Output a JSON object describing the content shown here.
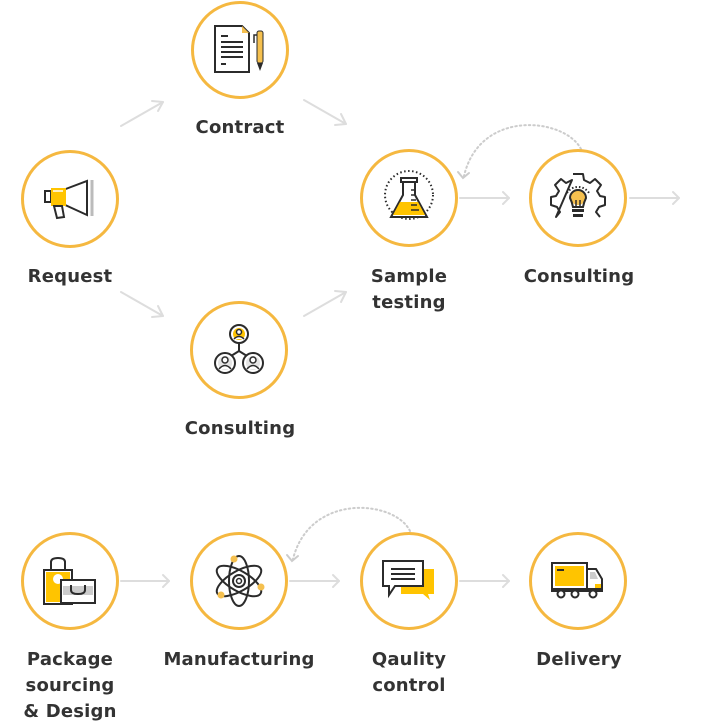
{
  "colors": {
    "ring": "#F5B840",
    "accent": "#FFC400",
    "ink": "#2B2B2B",
    "connector": "#DDDDDD",
    "text": "#333333"
  },
  "steps": [
    {
      "id": "request",
      "label": "Request",
      "icon": "megaphone-icon"
    },
    {
      "id": "contract",
      "label": "Contract",
      "icon": "contract-document-pen-icon"
    },
    {
      "id": "consulting-team",
      "label": "Consulting",
      "icon": "people-network-icon"
    },
    {
      "id": "sample-testing",
      "label": "Sample testing",
      "icon": "lab-flask-icon"
    },
    {
      "id": "consulting-idea",
      "label": "Consulting",
      "icon": "gear-lightbulb-icon"
    },
    {
      "id": "package",
      "label": "Package sourcing & Design",
      "icon": "shopping-bags-icon"
    },
    {
      "id": "manufacturing",
      "label": "Manufacturing",
      "icon": "atom-icon"
    },
    {
      "id": "quality-control",
      "label": "Qaulity control",
      "icon": "chat-bubbles-icon"
    },
    {
      "id": "delivery",
      "label": "Delivery",
      "icon": "delivery-truck-icon"
    }
  ],
  "labels": {
    "request": [
      "Request"
    ],
    "contract": [
      "Contract"
    ],
    "consulting_team": [
      "Consulting"
    ],
    "sample_testing": [
      "Sample",
      "testing"
    ],
    "consulting_idea": [
      "Consulting"
    ],
    "package": [
      "Package",
      "sourcing",
      "& Design"
    ],
    "manufacturing": [
      "Manufacturing"
    ],
    "quality_control": [
      "Qaulity",
      "control"
    ],
    "delivery": [
      "Delivery"
    ]
  },
  "flows": [
    {
      "from": "request",
      "to": "contract",
      "style": "solid"
    },
    {
      "from": "request",
      "to": "consulting-team",
      "style": "solid"
    },
    {
      "from": "contract",
      "to": "sample-testing",
      "style": "solid"
    },
    {
      "from": "consulting-team",
      "to": "sample-testing",
      "style": "solid"
    },
    {
      "from": "sample-testing",
      "to": "consulting-idea",
      "style": "solid"
    },
    {
      "from": "consulting-idea",
      "to": "sample-testing",
      "style": "dotted-loop"
    },
    {
      "from": "consulting-idea",
      "to": "next",
      "style": "solid"
    },
    {
      "from": "package",
      "to": "manufacturing",
      "style": "solid"
    },
    {
      "from": "manufacturing",
      "to": "quality-control",
      "style": "solid"
    },
    {
      "from": "quality-control",
      "to": "manufacturing",
      "style": "dotted-loop"
    },
    {
      "from": "quality-control",
      "to": "delivery",
      "style": "solid"
    }
  ]
}
